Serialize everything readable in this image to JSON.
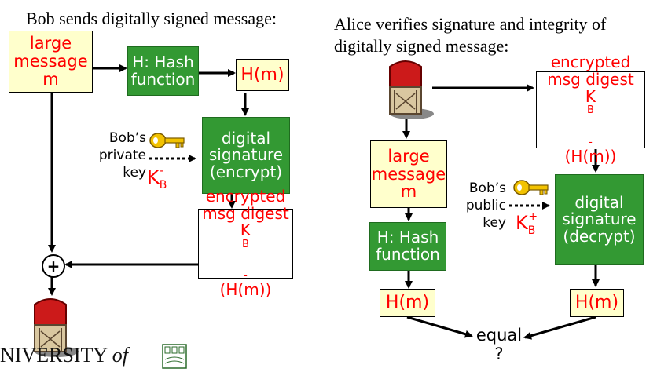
{
  "left": {
    "caption": "Bob sends digitally signed message:",
    "large_message": [
      "large",
      "message",
      "m"
    ],
    "hash_function": [
      "H: Hash",
      "function"
    ],
    "hm": "H(m)",
    "digital_signature": [
      "digital",
      "signature",
      "(encrypt)"
    ],
    "key_label": [
      "Bob’s",
      "private",
      "key"
    ],
    "key_symbol": "K",
    "key_sub": "B",
    "key_sup": "-",
    "encrypted_digest": [
      "encrypted",
      "msg digest",
      "K",
      "B",
      "-",
      "(H(m))"
    ],
    "plus_symbol": "+"
  },
  "right": {
    "caption": [
      "Alice verifies signature and integrity of",
      "digitally signed message:"
    ],
    "encrypted_digest": [
      "encrypted",
      "msg digest",
      "K",
      "B",
      "-",
      "(H(m))"
    ],
    "large_message": [
      "large",
      "message",
      "m"
    ],
    "key_label": [
      "Bob’s",
      "public",
      "key"
    ],
    "key_symbol": "K",
    "key_sub": "B",
    "key_sup": "+",
    "digital_signature": [
      "digital",
      "signature",
      "(decrypt)"
    ],
    "hash_function": [
      "H: Hash",
      "function"
    ],
    "hm_left": "H(m)",
    "hm_right": "H(m)",
    "equal": [
      "equal",
      "?"
    ]
  },
  "footer": {
    "university_text": "NIVERSITY",
    "university_of": "of"
  },
  "colors": {
    "accent_red": "#ff0000",
    "box_green": "#339933",
    "box_yellow": "#ffffcc"
  },
  "icons": [
    "mailbox-icon",
    "key-icon",
    "plus-circle-icon",
    "crest-icon"
  ]
}
